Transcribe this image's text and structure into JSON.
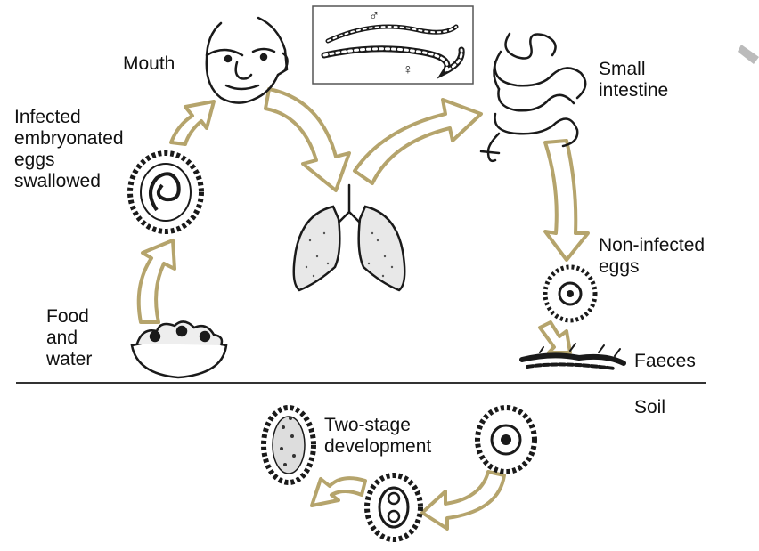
{
  "labels": {
    "mouth": "Mouth",
    "infected_eggs": [
      "Infected",
      "embryonated",
      "eggs",
      "swallowed"
    ],
    "small_intestine": [
      "Small",
      "intestine"
    ],
    "non_infected_eggs": [
      "Non-infected",
      "eggs"
    ],
    "faeces": "Faeces",
    "soil": "Soil",
    "food_water": [
      "Food",
      "and",
      "water"
    ],
    "two_stage": [
      "Two-stage",
      "development"
    ]
  },
  "inset": {
    "male_symbol": "♂",
    "female_symbol": "♀"
  },
  "colors": {
    "arrow_stroke": "#b5a46c",
    "arrow_fill": "#ffffff",
    "line_art": "#1a1a1a",
    "soil_line": "#333333"
  }
}
